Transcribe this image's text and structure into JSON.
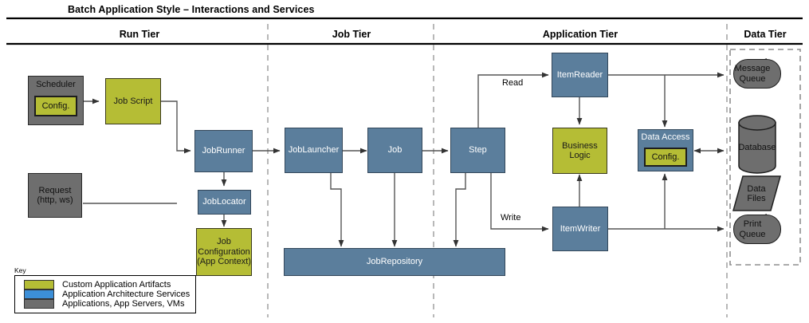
{
  "diagram": {
    "title": "Batch Application Style – Interactions and Services",
    "tiers": [
      {
        "id": "run",
        "label": "Run Tier"
      },
      {
        "id": "job",
        "label": "Job Tier"
      },
      {
        "id": "application",
        "label": "Application Tier"
      },
      {
        "id": "data",
        "label": "Data Tier"
      }
    ],
    "nodes": {
      "scheduler": {
        "label": "Scheduler",
        "type": "gray"
      },
      "scheduler_config": {
        "label": "Config.",
        "type": "olive"
      },
      "job_script": {
        "label": "Job Script",
        "type": "olive"
      },
      "request": {
        "label": "Request\n(http, ws)",
        "line1": "Request",
        "line2": "(http, ws)",
        "type": "gray"
      },
      "job_runner": {
        "label": "JobRunner",
        "type": "blue"
      },
      "job_locator": {
        "label": "JobLocator",
        "type": "blue"
      },
      "job_configuration": {
        "label": "Job Configuration (App Context)",
        "line1": "Job",
        "line2": "Configuration",
        "line3": "(App Context)",
        "type": "olive"
      },
      "job_launcher": {
        "label": "JobLauncher",
        "type": "blue"
      },
      "job": {
        "label": "Job",
        "type": "blue"
      },
      "step": {
        "label": "Step",
        "type": "blue"
      },
      "job_repository": {
        "label": "JobRepository",
        "type": "blue"
      },
      "item_reader": {
        "label": "ItemReader",
        "type": "blue"
      },
      "business_logic": {
        "label": "Business Logic",
        "line1": "Business",
        "line2": "Logic",
        "type": "olive"
      },
      "item_writer": {
        "label": "ItemWriter",
        "type": "blue"
      },
      "data_access": {
        "label": "Data Access",
        "type": "blue"
      },
      "data_access_config": {
        "label": "Config.",
        "type": "olive"
      },
      "message_queue": {
        "label": "Message Queue",
        "line1": "Message",
        "line2": "Queue",
        "shape": "cylinder-horizontal"
      },
      "database": {
        "label": "Database",
        "shape": "cylinder-vertical"
      },
      "data_files": {
        "label": "Data Files",
        "line1": "Data",
        "line2": "Files",
        "shape": "parallelogram"
      },
      "print_queue": {
        "label": "Print Queue",
        "line1": "Print",
        "line2": "Queue",
        "shape": "cylinder-horizontal"
      }
    },
    "edge_labels": {
      "read": "Read",
      "write": "Write"
    },
    "legend": {
      "caption": "Key",
      "items": [
        {
          "label": "Custom Application Artifacts",
          "color": "#b5bd35"
        },
        {
          "label": "Application Architecture Services",
          "color": "#3c8fd8"
        },
        {
          "label": "Applications, App Servers, VMs",
          "color": "#6e6e6e"
        }
      ]
    },
    "colors": {
      "custom_artifacts": "#b5bd35",
      "architecture_services": "#5b7e9c",
      "legend_services": "#3c8fd8",
      "applications": "#6e6e6e",
      "connector": "#555555",
      "divider": "#aaaaaa"
    }
  }
}
